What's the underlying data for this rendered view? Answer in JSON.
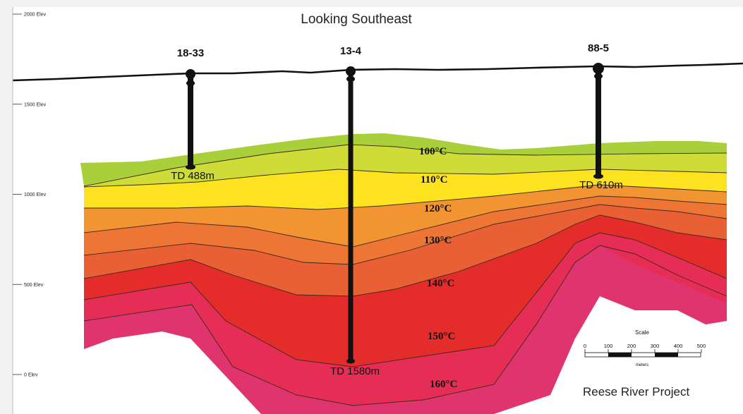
{
  "title": "Looking Southeast",
  "project_name": "Reese River Project",
  "elevation_axis": {
    "ticks": [
      {
        "label": "2000 Elev",
        "value": 2000
      },
      {
        "label": "1500 Elev",
        "value": 1500
      },
      {
        "label": "1000 Elev",
        "value": 1000
      },
      {
        "label": "500 Elev",
        "value": 500
      },
      {
        "label": "0 Elev",
        "value": 0
      }
    ]
  },
  "wells": [
    {
      "name": "18-33",
      "td_label": "TD 488m",
      "total_depth_m": 488
    },
    {
      "name": "13-4",
      "td_label": "TD 1580m",
      "total_depth_m": 1580
    },
    {
      "name": "88-5",
      "td_label": "TD 610m",
      "total_depth_m": 610
    }
  ],
  "isotherms": [
    {
      "label": "100°C",
      "temp_c": 100
    },
    {
      "label": "110°C",
      "temp_c": 110
    },
    {
      "label": "120°C",
      "temp_c": 120
    },
    {
      "label": "130°C",
      "temp_c": 130
    },
    {
      "label": "140°C",
      "temp_c": 140
    },
    {
      "label": "150°C",
      "temp_c": 150
    },
    {
      "label": "160°C",
      "temp_c": 160
    }
  ],
  "layer_colors": [
    "#a9cf3a",
    "#cfdb36",
    "#fde31f",
    "#f39432",
    "#ee7634",
    "#ea6035",
    "#e42d2b",
    "#e52d55",
    "#e0346e"
  ],
  "scale_bar": {
    "title": "Scale",
    "ticks": [
      "0",
      "100",
      "200",
      "300",
      "400",
      "500"
    ],
    "unit": "meters"
  }
}
